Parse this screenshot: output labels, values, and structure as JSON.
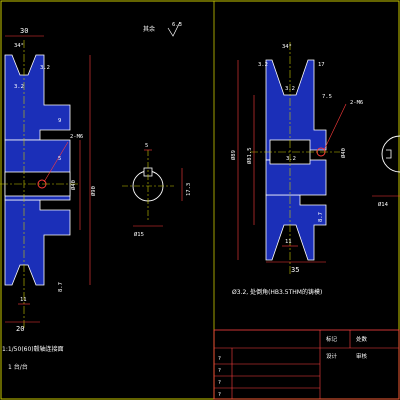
{
  "colors": {
    "background": "#000000",
    "outline": "#ffffff",
    "hatch": "#1b2fb8",
    "dimension": "#ff3b3b",
    "centerline": "#c8c800",
    "border": "#c8c800",
    "titleblock": "#ff4040"
  },
  "top_note": {
    "text": "其余",
    "roughness": "6.3"
  },
  "left_view": {
    "dims": {
      "width_top": "30",
      "groove_angle": "34°",
      "groove_width": "3.2",
      "roughness_groove": "3.2",
      "hub_width": "9",
      "hub_groove": "5",
      "thread": "2-M6",
      "bore": "Ø40",
      "outer": "Ø90",
      "flange_step": "8.7",
      "bottom_width": "11",
      "base_width": "20"
    },
    "note": "1:1/50(60)毂轴连接面",
    "scale": "1 台/台"
  },
  "key_view": {
    "dims": {
      "keyway_width": "5",
      "keyway_depth": "17.3",
      "bore": "Ø15"
    }
  },
  "right_view": {
    "dims": {
      "groove_angle": "34°",
      "groove_width": "3.2",
      "roughness_groove": "3.2",
      "depth": "17",
      "hub_step": "7.5",
      "thread": "2-M6",
      "outer": "Ø89",
      "pitch": "Ø81.5",
      "roughness_hub": "3.2",
      "bore": "Ø40",
      "flange_step": "8.7",
      "bottom_width": "11",
      "total_width": "35"
    },
    "note": "Ø3.2, 处倒角(HB3.5THM的铸模)"
  },
  "right_key_view": {
    "dims": {
      "bore": "Ø14"
    }
  },
  "title_block": {
    "row1": [
      "标记",
      "处数"
    ],
    "row2": [
      "设计",
      "审核"
    ],
    "left_rows": [
      "?",
      "?",
      "?",
      "?"
    ]
  }
}
